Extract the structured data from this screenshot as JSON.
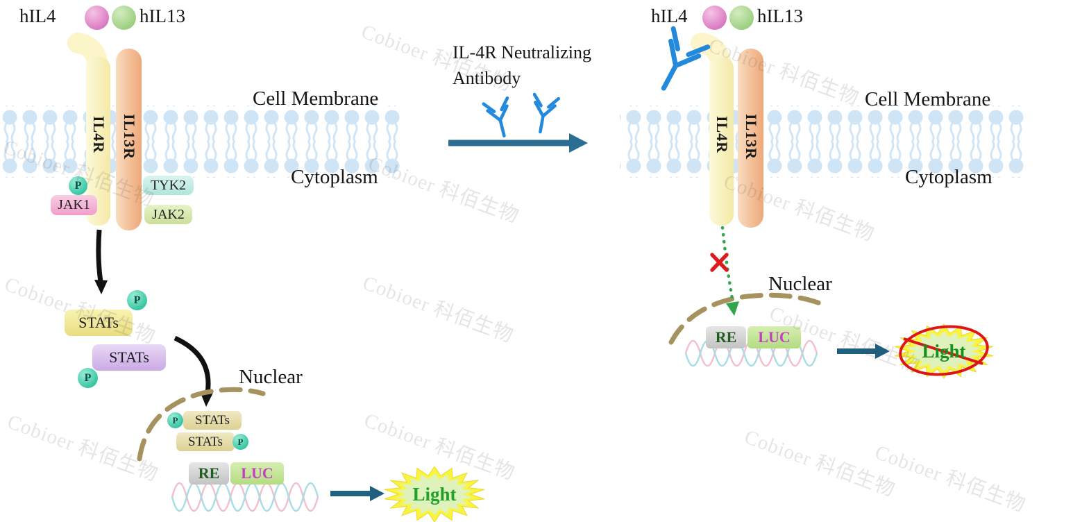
{
  "watermark": {
    "text": "Cobioer 科佰生物"
  },
  "palette": {
    "hil4_pink": "#d877c1",
    "hil13_green": "#9ace7e",
    "phospho_teal": "#35c3a0",
    "jak1_pink": "#f09fca",
    "tyk2_cyan": "#b2e5d9",
    "jak2_green": "#ccdf9b",
    "stats_yellow": "#eadd80",
    "stats_purple": "#cbaae4",
    "re_gray": "#c3c3c3",
    "luc_green": "#b3dc82",
    "il4r_cream": "#fbf5c9",
    "il13r_peach": "#f3c29a",
    "membrane_blue": "#cfe4f4",
    "nuclear_tan": "#a6925e",
    "antibody_blue": "#2289dd",
    "arrow_teal": "#1f6080",
    "signal_green": "#33a64d",
    "inhibit_red": "#dd1b1b",
    "light_yellow": "#f8f440",
    "light_text_green": "#1fa32a"
  },
  "left": {
    "legend": {
      "hil4": "hIL4",
      "hil13": "hIL13"
    },
    "cell_membrane": "Cell Membrane",
    "cytoplasm": "Cytoplasm",
    "il4r": "IL4R",
    "il13r": "IL13R",
    "p": "P",
    "jak1": "JAK1",
    "tyk2": "TYK2",
    "jak2": "JAK2",
    "stats_a": "STATs",
    "stats_b": "STATs",
    "nuclear": "Nuclear",
    "nuc_stats_a": "STATs",
    "nuc_stats_b": "STATs",
    "re": "RE",
    "luc": "LUC",
    "light": "Light"
  },
  "middle": {
    "label_line1": "IL-4R Neutralizing",
    "label_line2": "Antibody"
  },
  "right": {
    "legend": {
      "hil4": "hIL4",
      "hil13": "hIL13"
    },
    "cell_membrane": "Cell Membrane",
    "cytoplasm": "Cytoplasm",
    "il4r": "IL4R",
    "il13r": "IL13R",
    "nuclear": "Nuclear",
    "re": "RE",
    "luc": "LUC",
    "light": "Light"
  }
}
